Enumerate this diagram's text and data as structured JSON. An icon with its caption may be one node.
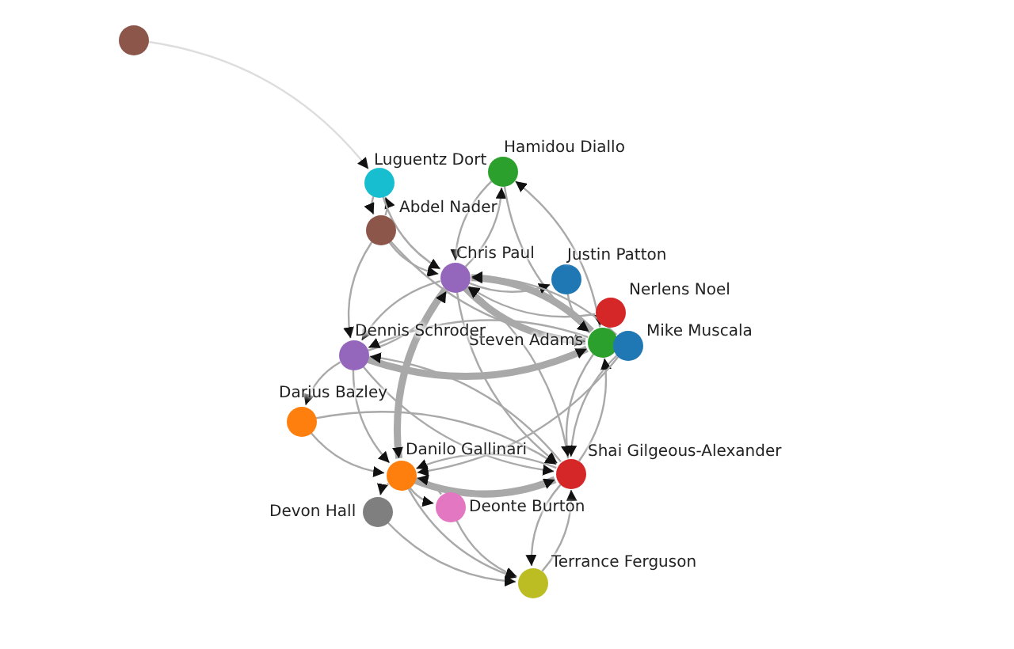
{
  "diagram": {
    "nodes": [
      {
        "text": [],
        "shape": "circle"
      },
      {
        "text": [],
        "shape": "circle",
        "beside": [
          "Luguentz Dort"
        ]
      },
      {
        "text": [],
        "shape": "circle",
        "beside": [
          "Hamidou Diallo"
        ]
      },
      {
        "text": [],
        "shape": "circle",
        "beside": [
          "Abdel Nader"
        ]
      },
      {
        "text": [],
        "shape": "circle",
        "beside": [
          "Chris Paul"
        ]
      },
      {
        "text": [],
        "shape": "circle",
        "beside": [
          "Justin Patton"
        ]
      },
      {
        "text": [],
        "shape": "circle",
        "beside": [
          "Nerlens Noel"
        ]
      },
      {
        "text": [],
        "shape": "circle",
        "beside": [
          "Steven Adams"
        ]
      },
      {
        "text": [],
        "shape": "circle",
        "beside": [
          "Mike Muscala"
        ]
      },
      {
        "text": [],
        "shape": "circle",
        "beside": [
          "Dennis Schroder"
        ]
      },
      {
        "text": [],
        "shape": "circle",
        "beside": [
          "Darius Bazley"
        ]
      },
      {
        "text": [],
        "shape": "circle",
        "beside": [
          "Danilo Gallinari"
        ]
      },
      {
        "text": [],
        "shape": "circle",
        "beside": [
          "Shai Gilgeous-Alexander"
        ]
      },
      {
        "text": [],
        "shape": "circle",
        "beside": [
          "Deonte Burton"
        ]
      },
      {
        "text": [],
        "shape": "circle",
        "beside": [
          "Devon Hall"
        ]
      },
      {
        "text": [],
        "shape": "circle",
        "beside": [
          "Terrance Ferguson"
        ]
      }
    ],
    "edges": [
      {
        "from": 0,
        "to": 1,
        "arrow": "to"
      },
      {
        "from": 1,
        "to": 3,
        "arrow": "to"
      },
      {
        "from": 3,
        "to": 1,
        "arrow": "to"
      },
      {
        "from": 1,
        "to": 4,
        "arrow": "to"
      },
      {
        "from": 3,
        "to": 9,
        "arrow": "to"
      },
      {
        "from": 3,
        "to": 4,
        "arrow": "to"
      },
      {
        "from": 2,
        "to": 4,
        "arrow": "to"
      },
      {
        "from": 4,
        "to": 2,
        "arrow": "to"
      },
      {
        "from": 2,
        "to": 7,
        "arrow": "to"
      },
      {
        "from": 7,
        "to": 2,
        "arrow": "to"
      },
      {
        "from": 3,
        "to": 7,
        "arrow": "to"
      },
      {
        "from": 4,
        "to": 7,
        "arrow": "to",
        "style": "thick"
      },
      {
        "from": 7,
        "to": 4,
        "arrow": "to",
        "style": "thick"
      },
      {
        "from": 4,
        "to": 11,
        "arrow": "to",
        "style": "thick"
      },
      {
        "from": 4,
        "to": 12,
        "arrow": "to"
      },
      {
        "from": 12,
        "to": 4,
        "arrow": "to"
      },
      {
        "from": 4,
        "to": 9,
        "arrow": "to"
      },
      {
        "from": 9,
        "to": 4,
        "arrow": "to"
      },
      {
        "from": 4,
        "to": 5,
        "arrow": "to"
      },
      {
        "from": 5,
        "to": 7,
        "arrow": "to"
      },
      {
        "from": 6,
        "to": 7,
        "arrow": "to"
      },
      {
        "from": 6,
        "to": 4,
        "arrow": "to"
      },
      {
        "from": 8,
        "to": 4,
        "arrow": "to"
      },
      {
        "from": 8,
        "to": 12,
        "arrow": "to"
      },
      {
        "from": 9,
        "to": 7,
        "arrow": "to",
        "style": "thick"
      },
      {
        "from": 7,
        "to": 9,
        "arrow": "to"
      },
      {
        "from": 9,
        "to": 11,
        "arrow": "to"
      },
      {
        "from": 9,
        "to": 10,
        "arrow": "to"
      },
      {
        "from": 10,
        "to": 11,
        "arrow": "to"
      },
      {
        "from": 9,
        "to": 12,
        "arrow": "to"
      },
      {
        "from": 12,
        "to": 9,
        "arrow": "to"
      },
      {
        "from": 11,
        "to": 12,
        "arrow": "to",
        "style": "thick"
      },
      {
        "from": 12,
        "to": 11,
        "arrow": "to"
      },
      {
        "from": 11,
        "to": 13,
        "arrow": "to"
      },
      {
        "from": 13,
        "to": 11,
        "arrow": "to"
      },
      {
        "from": 11,
        "to": 14,
        "arrow": "to"
      },
      {
        "from": 12,
        "to": 15,
        "arrow": "to"
      },
      {
        "from": 15,
        "to": 12,
        "arrow": "to"
      },
      {
        "from": 11,
        "to": 15,
        "arrow": "to"
      },
      {
        "from": 13,
        "to": 15,
        "arrow": "to"
      },
      {
        "from": 7,
        "to": 12,
        "arrow": "to"
      },
      {
        "from": 12,
        "to": 7,
        "arrow": "to"
      },
      {
        "from": 10,
        "to": 12,
        "arrow": "to"
      },
      {
        "from": 14,
        "to": 15,
        "arrow": "to"
      },
      {
        "from": 8,
        "to": 11,
        "arrow": "to"
      }
    ]
  }
}
